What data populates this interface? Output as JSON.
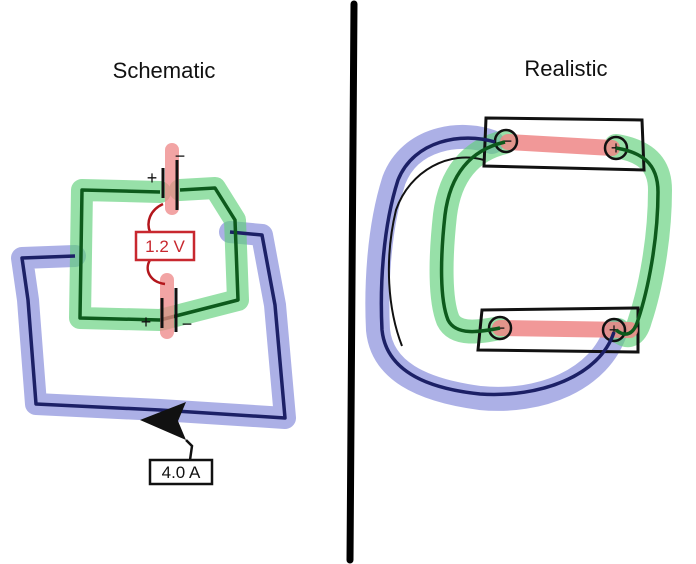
{
  "panels": {
    "schematic": {
      "title": "Schematic",
      "voltage_label": "1.2 V",
      "current_label": "4.0 A",
      "battery_top": {
        "positive": "+",
        "negative": "−"
      },
      "battery_bottom": {
        "positive": "+",
        "negative": "−"
      }
    },
    "realistic": {
      "title": "Realistic",
      "battery_top": {
        "negative": "−",
        "positive": "+"
      },
      "battery_bottom": {
        "negative": "−",
        "positive": "+"
      }
    }
  },
  "colors": {
    "wire": "#111111",
    "blue_highlight": "#7f86d8",
    "green_highlight": "#5fd07a",
    "red_highlight": "#ee8686",
    "label_red": "#c8282f",
    "label_black": "#111111",
    "wire_blue": "#1c2066",
    "wire_green": "#0d5a1c",
    "wire_red": "#b3161c"
  }
}
